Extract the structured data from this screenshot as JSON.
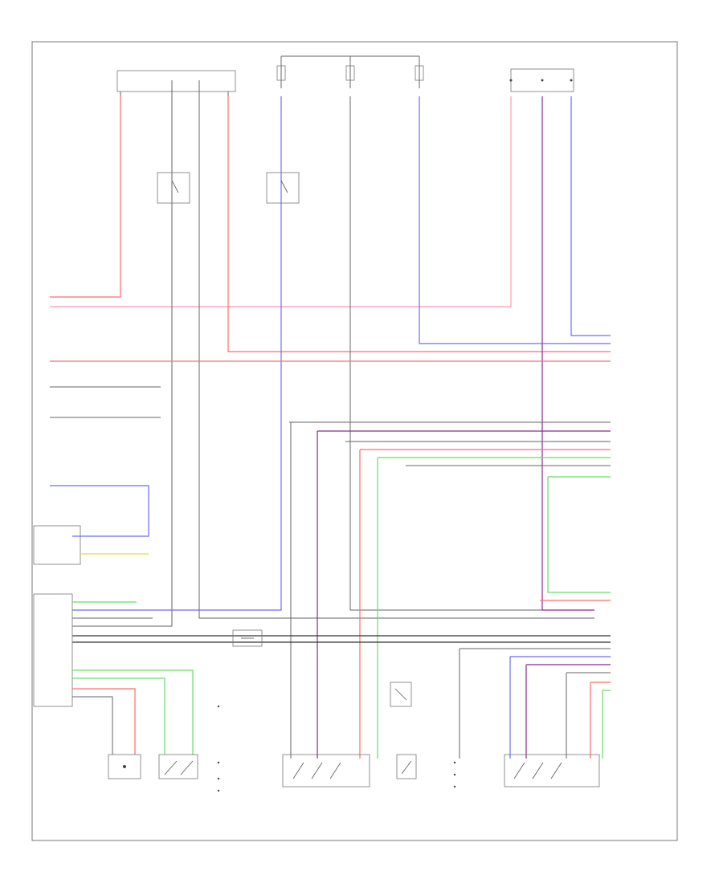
{
  "diagram": {
    "type": "wiring-diagram",
    "background": "#ffffff",
    "wire_colors": {
      "red": "#ff6b6b",
      "pink": "#ff9aa8",
      "blue": "#6b6bff",
      "purple": "#8a2a8a",
      "green": "#66dd66",
      "yellow": "#dddd44",
      "black": "#333333",
      "gray": "#666666"
    },
    "components": {
      "junction_block_top_left": "junction-block",
      "fuse_1": "fuse",
      "fuse_2": "fuse",
      "fuse_3": "fuse",
      "relay_top_right": "relay",
      "switch_left": "switch",
      "switch_center": "switch",
      "left_bottom_motor": "motor",
      "left_bottom_switch": "switch",
      "center_left_motor": "motor",
      "center_right_motor": "motor",
      "ecu_left": "control-unit",
      "connector_right_upper": "connector",
      "connector_right_lower": "connector"
    }
  }
}
